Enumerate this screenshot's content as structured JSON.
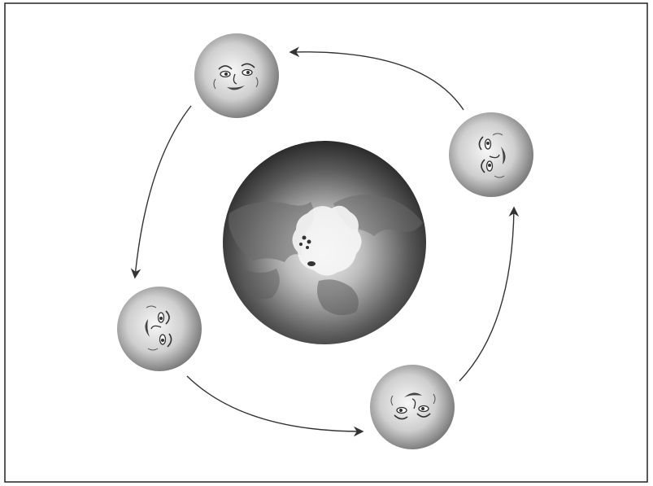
{
  "diagram": {
    "frame_color": "#222222",
    "background_color": "#ffffff",
    "earth": {
      "icon": "earth-north-pole-view-icon"
    },
    "moons": [
      {
        "id": "top",
        "icon": "moon-face-icon"
      },
      {
        "id": "right",
        "icon": "moon-face-icon"
      },
      {
        "id": "bottom-right",
        "icon": "moon-face-icon"
      },
      {
        "id": "left",
        "icon": "moon-face-icon"
      }
    ],
    "orbit_direction": "counterclockwise",
    "arrow_color": "#333333"
  }
}
